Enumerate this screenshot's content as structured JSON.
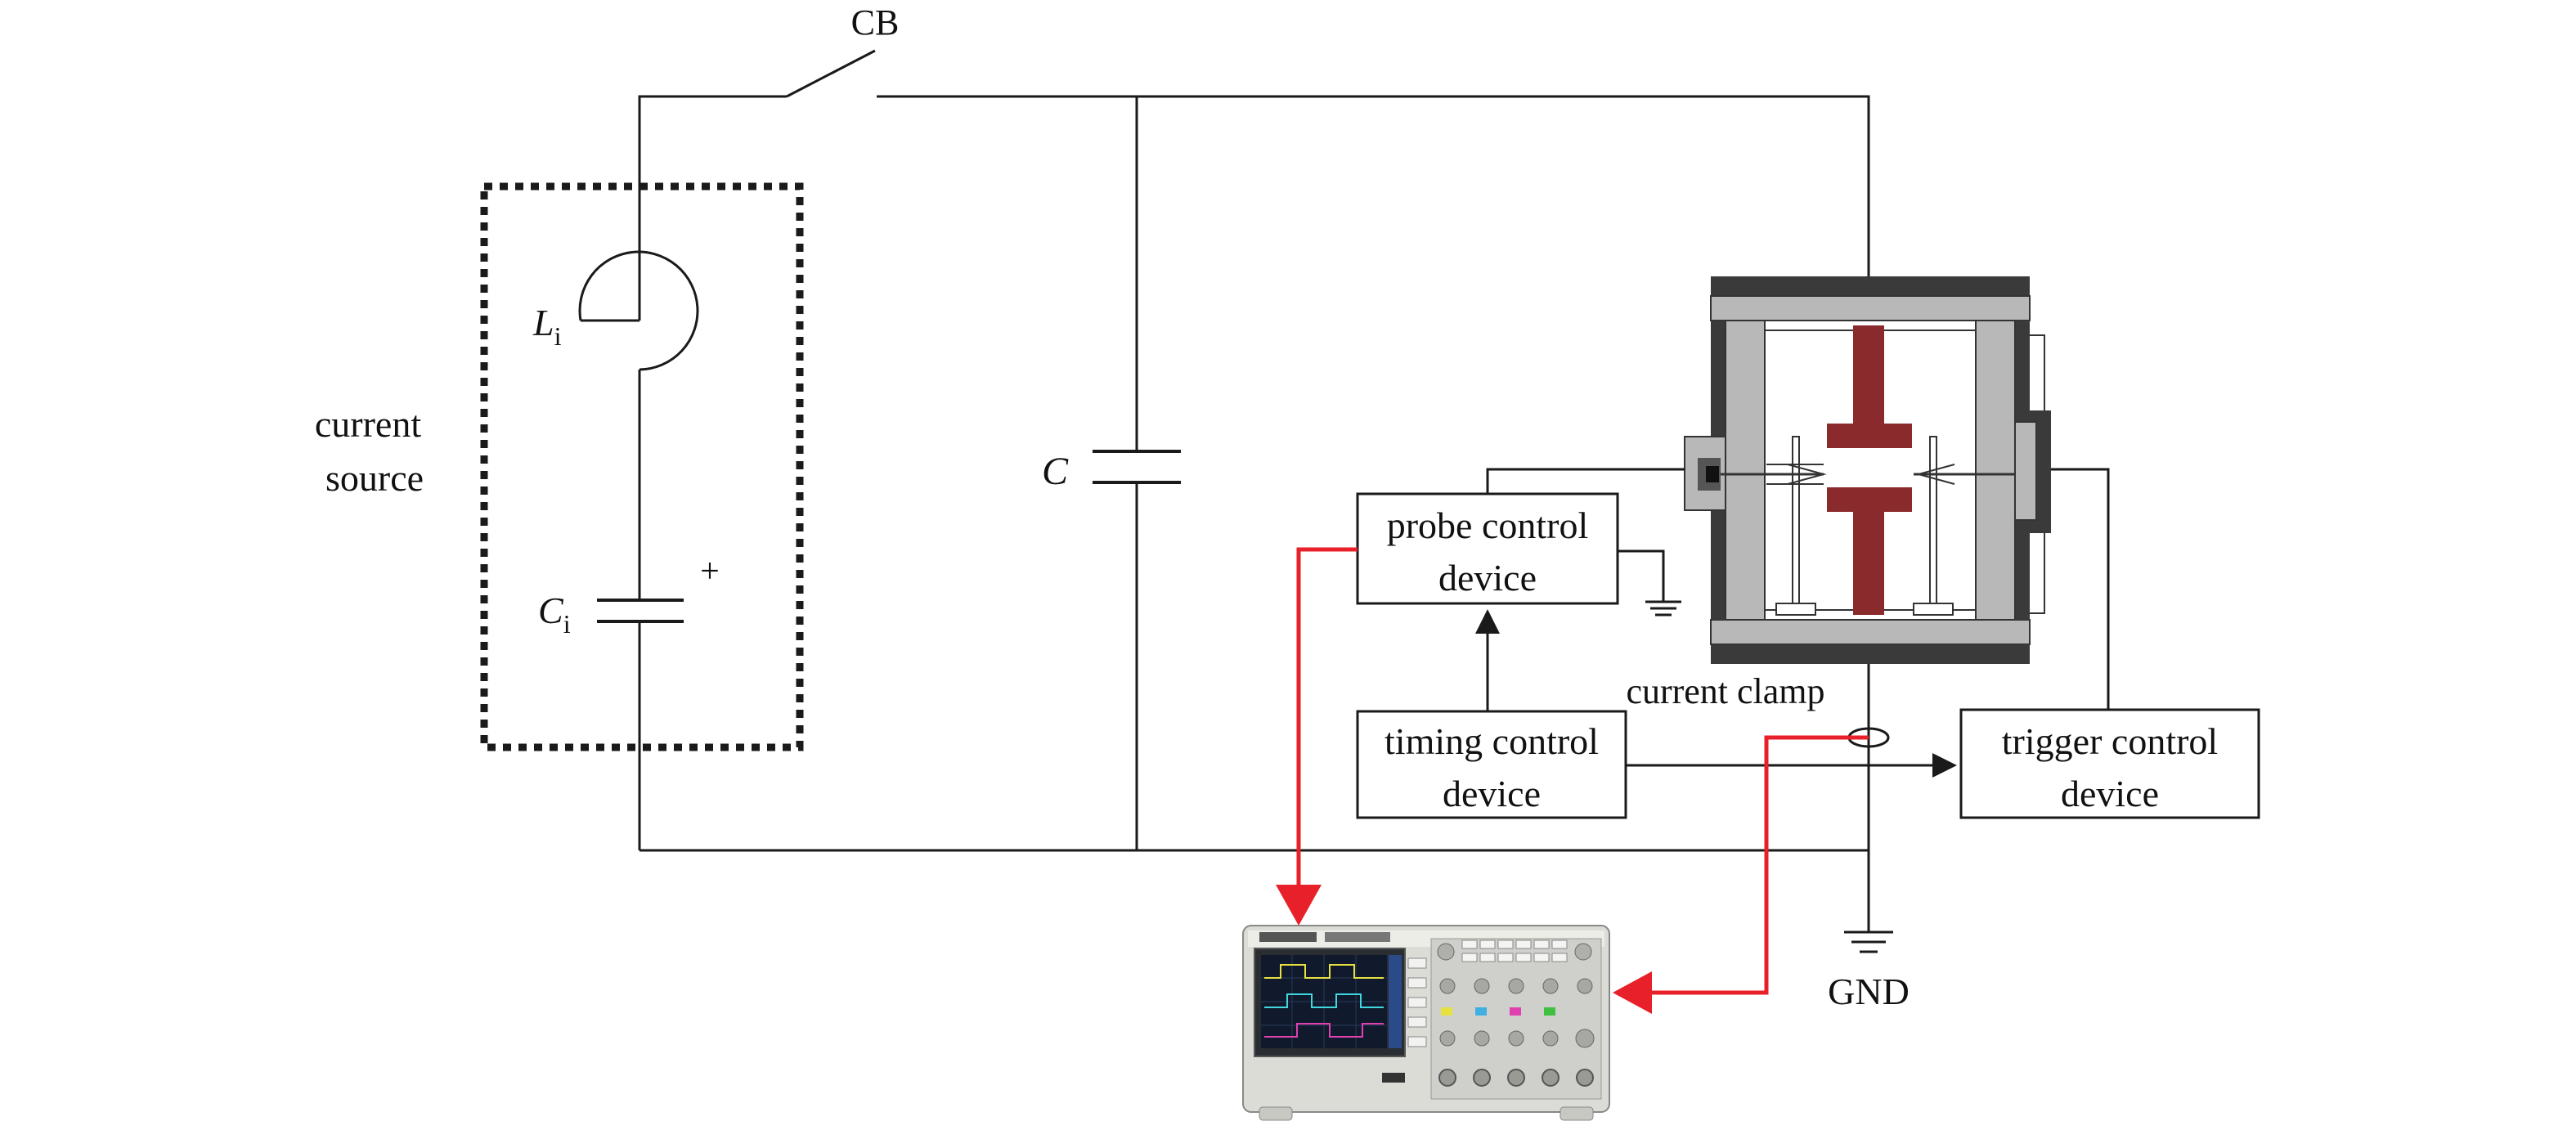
{
  "labels": {
    "cb": "CB",
    "li_main": "L",
    "li_sub": "i",
    "ci_main": "C",
    "ci_sub": "i",
    "plus": "+",
    "c": "C",
    "current_source_1": "current",
    "current_source_2": "source",
    "current_clamp": "current clamp",
    "gnd": "GND"
  },
  "devices": {
    "probe_control": [
      "probe control",
      "device"
    ],
    "timing_control": [
      "timing control",
      "device"
    ],
    "trigger_control": [
      "trigger control",
      "device"
    ]
  },
  "colors": {
    "wire": "#1a1a1a",
    "signal": "#e8202a",
    "electrode": "#8b2a2d",
    "chamber_gray": "#b8b8b8",
    "chamber_dark": "#3a3a3a"
  },
  "icons": {
    "oscilloscope": "oscilloscope-icon",
    "ground": "ground-icon"
  }
}
